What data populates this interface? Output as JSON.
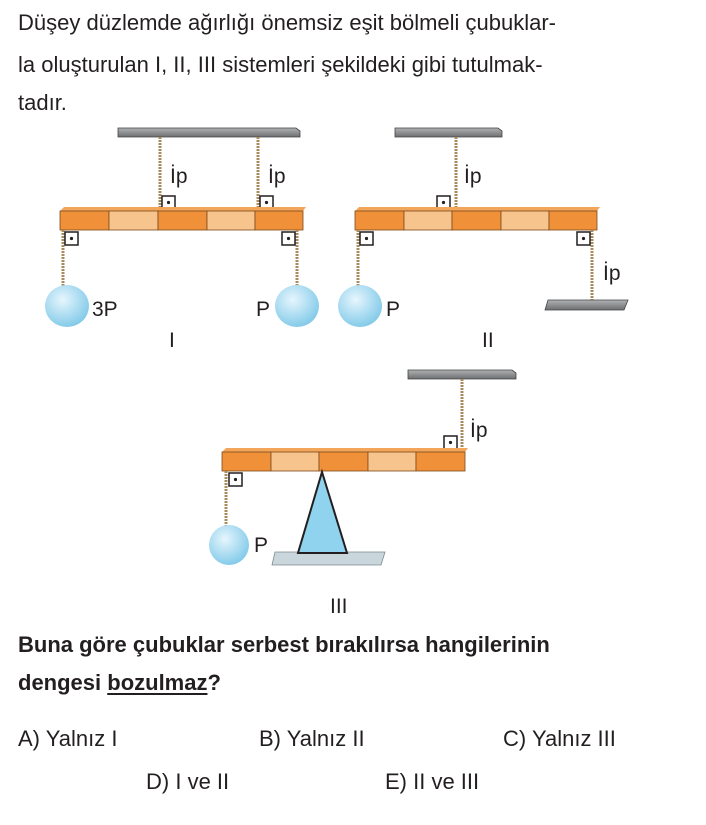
{
  "intro": [
    "Düşey düzlemde ağırlığı önemsiz eşit bölmeli çubuklar-",
    "la oluşturulan I, II, III sistemleri şekildeki gibi tutulmak-",
    "tadır."
  ],
  "figure": {
    "systems": [
      {
        "label": "I",
        "rope_labels": [
          "İp",
          "İp"
        ],
        "weights": [
          "3P",
          "P"
        ]
      },
      {
        "label": "II",
        "rope_labels": [
          "İp",
          "İp"
        ],
        "weights": [
          "P"
        ]
      },
      {
        "label": "III",
        "rope_labels": [
          "İp"
        ],
        "weights": [
          "P"
        ]
      }
    ],
    "colors": {
      "dark_segment": "#f0913a",
      "light_segment": "#f8c48e",
      "ball": "#9fd6ee",
      "support": "#8a8c8e",
      "rope": "#a98b5f"
    }
  },
  "question": {
    "line1": "Buna göre çubuklar serbest bırakılırsa hangilerinin",
    "line2_prefix": "dengesi ",
    "line2_emph": "bozulmaz",
    "line2_suffix": "?"
  },
  "options": [
    {
      "letter": "A)",
      "text": "Yalnız I"
    },
    {
      "letter": "B)",
      "text": "Yalnız II"
    },
    {
      "letter": "C)",
      "text": "Yalnız III"
    },
    {
      "letter": "D)",
      "text": "I ve II"
    },
    {
      "letter": "E)",
      "text": "II ve III"
    }
  ]
}
